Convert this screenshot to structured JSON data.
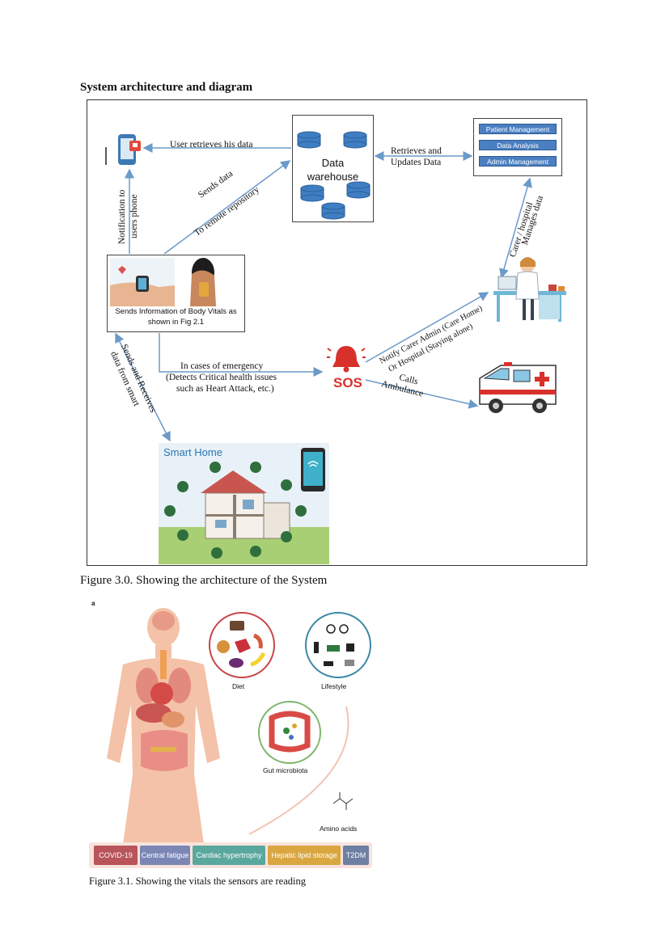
{
  "heading": "System architecture and diagram",
  "figure1": {
    "caption": "Figure 3.0. Showing the architecture of the System",
    "data_warehouse": {
      "line1": "Data",
      "line2": "warehouse"
    },
    "management": {
      "items": [
        "Patient Management",
        "Data Analysis",
        "Admin Management"
      ]
    },
    "vitals_box": {
      "line1": "Sends Information of Body Vitals as",
      "line2": "shown in Fig 2.1"
    },
    "smart_home": {
      "title": "Smart Home"
    },
    "sos": "SOS",
    "labels": {
      "user_retrieves": "User retrieves his data",
      "retrieves_updates_1": "Retrieves and",
      "retrieves_updates_2": "Updates Data",
      "sends_data_1": "Sends data",
      "sends_data_2": "To remote repository",
      "notification_1": "Notification to",
      "notification_2": "users phone",
      "carer_1": "Carer / hospital",
      "carer_2": "Manages data",
      "emergency_1": "In cases of emergency",
      "emergency_2": "(Detects Critical health issues",
      "emergency_3": "such as Heart Attack, etc.)",
      "notify_1": "Notify Carer Admin (Care Home)",
      "notify_2": "Or Hospital (Staying alone)",
      "calls_1": "Calls",
      "calls_2": "Ambulance",
      "smart_1": "Sends and Receives",
      "smart_2": "data from smart"
    }
  },
  "figure2": {
    "caption": "Figure 3.1. Showing the vitals the sensors are reading",
    "panel_letter": "a",
    "circle_labels": {
      "diet": "Diet",
      "lifestyle": "Lifestyle",
      "gut": "Gut microbiota",
      "amino": "Amino acids"
    },
    "conditions": [
      {
        "label": "COVID-19",
        "color": "#b8545a"
      },
      {
        "label": "Central fatigue",
        "color": "#7b86b5"
      },
      {
        "label": "Cardiac hypertrophy",
        "color": "#5aa79e"
      },
      {
        "label": "Hepatic lipid storage",
        "color": "#d9a640"
      },
      {
        "label": "T2DM",
        "color": "#6d7fa3"
      }
    ]
  },
  "colors": {
    "arrow": "#6b9ac9",
    "sos_red": "#d8312b",
    "accent_blue": "#4a7fc1"
  }
}
